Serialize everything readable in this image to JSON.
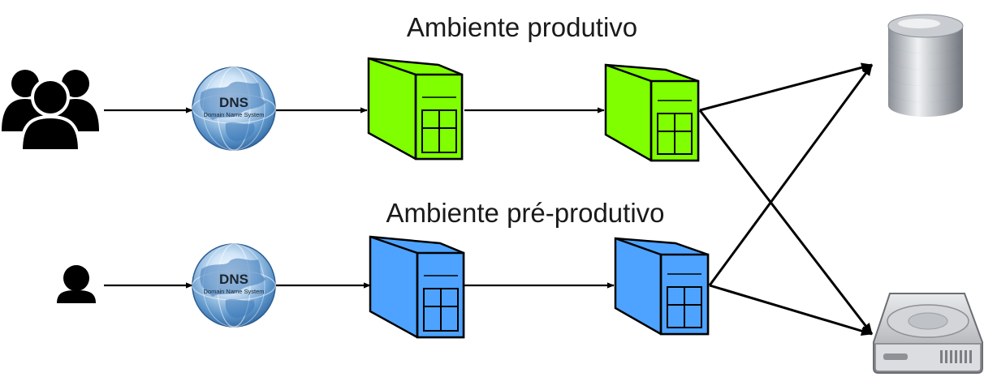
{
  "labels": {
    "production": "Ambiente produtivo",
    "preproduction": "Ambiente pré-produtivo"
  },
  "dns": {
    "title": "DNS",
    "subtitle": "Domain Name System"
  },
  "colors": {
    "production_server": "#7fff00",
    "preproduction_server": "#4da3ff",
    "database": "#4a8fd8",
    "storage": "#c8c8c8"
  },
  "icons": {
    "users_group": "users-group-icon",
    "single_user": "user-icon",
    "dns_globe": "dns-globe-icon",
    "server": "server-icon",
    "database": "database-icon",
    "storage": "hard-drive-icon"
  }
}
